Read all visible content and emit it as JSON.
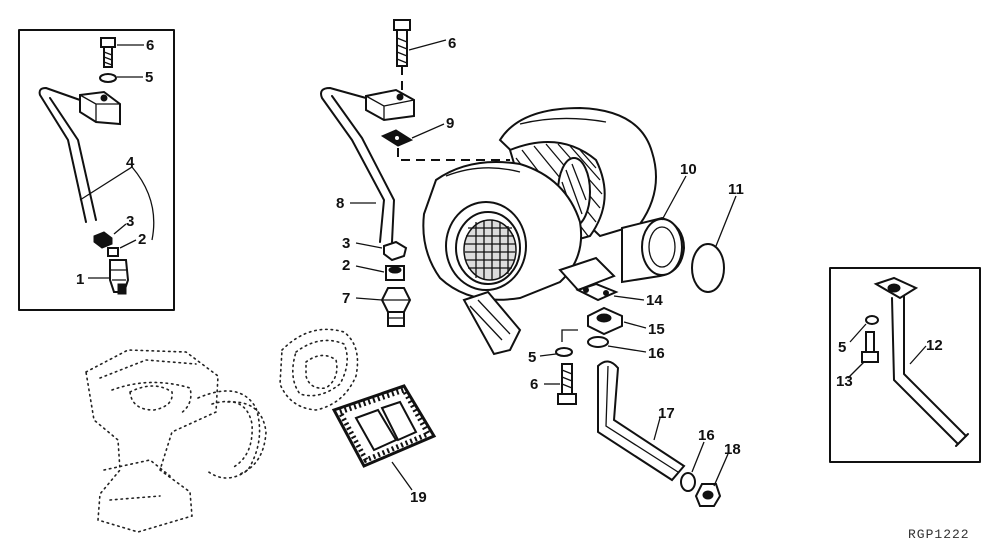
{
  "figure": {
    "code": "RGP1222",
    "colors": {
      "ink": "#111111",
      "paper": "#ffffff"
    },
    "insets": {
      "left": [
        "6",
        "5",
        "4",
        "3",
        "2",
        "1"
      ],
      "right": [
        "5",
        "13",
        "12"
      ]
    },
    "callouts": [
      "6",
      "9",
      "8",
      "3",
      "2",
      "7",
      "10",
      "11",
      "14",
      "15",
      "5",
      "16",
      "6",
      "17",
      "16",
      "18",
      "19"
    ]
  }
}
